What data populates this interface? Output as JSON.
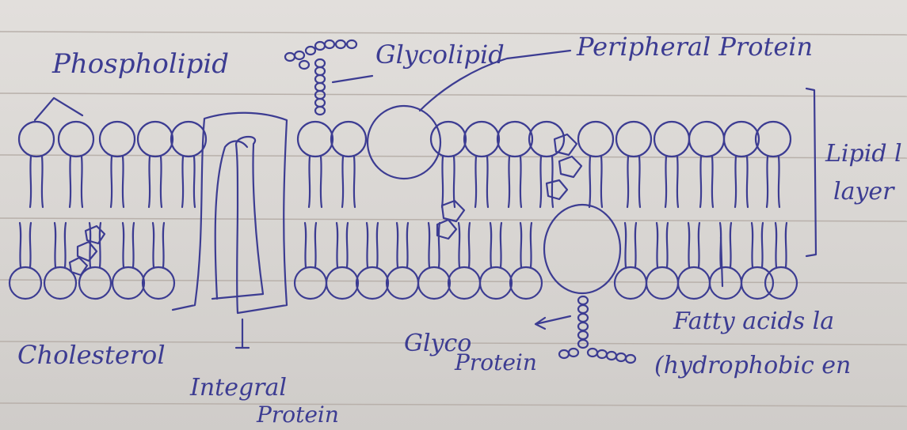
{
  "labels": {
    "phospholipid": "Phospholipid",
    "glycolipid": "Glycolipid",
    "peripheral_protein": "Peripheral Protein",
    "lipid_layer_line1": "Lipid l",
    "lipid_layer_line2": "layer",
    "cholesterol": "Cholesterol",
    "integral_protein_line1": "Integral",
    "integral_protein_line2": "Protein",
    "glyco_protein_line1": "Glyco",
    "glyco_protein_line2": "Protein",
    "fatty_acids_line1": "Fatty acids la",
    "fatty_acids_line2": "(hydrophobic en"
  },
  "colors": {
    "ink": "#3c3c92",
    "paper": "#dedbd8",
    "rule_line": "#b8b0aa"
  }
}
